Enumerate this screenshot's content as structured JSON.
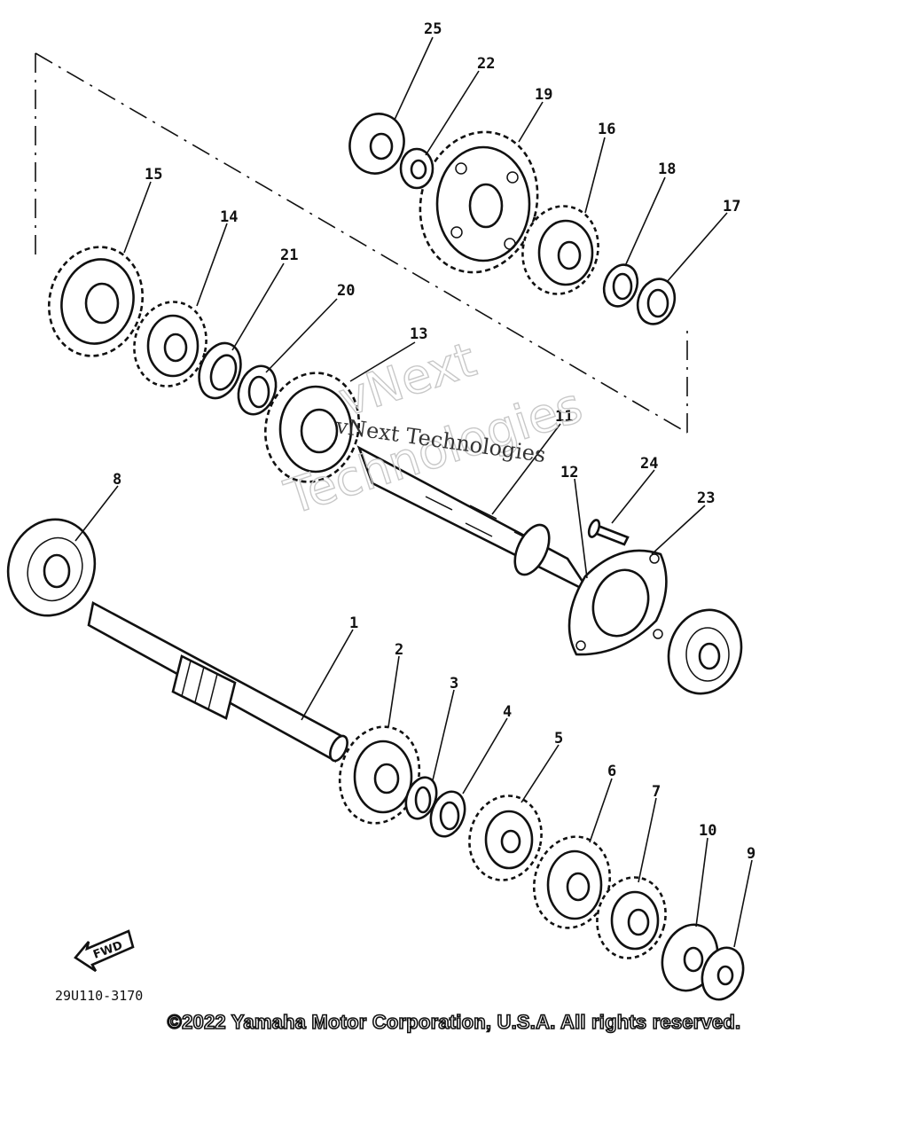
{
  "diagram": {
    "callouts": [
      "1",
      "2",
      "3",
      "4",
      "5",
      "6",
      "7",
      "8",
      "9",
      "10",
      "11",
      "12",
      "13",
      "14",
      "15",
      "16",
      "17",
      "18",
      "19",
      "20",
      "21",
      "22",
      "23",
      "24",
      "25"
    ],
    "drawing_code": "29U110-3170",
    "direction_label": "FWD"
  },
  "watermark": {
    "large": [
      "vNext",
      "Technologies"
    ],
    "small": "vNext Technologies"
  },
  "footer": {
    "copyright": "©2022 Yamaha Motor Corporation, U.S.A. All rights reserved."
  }
}
